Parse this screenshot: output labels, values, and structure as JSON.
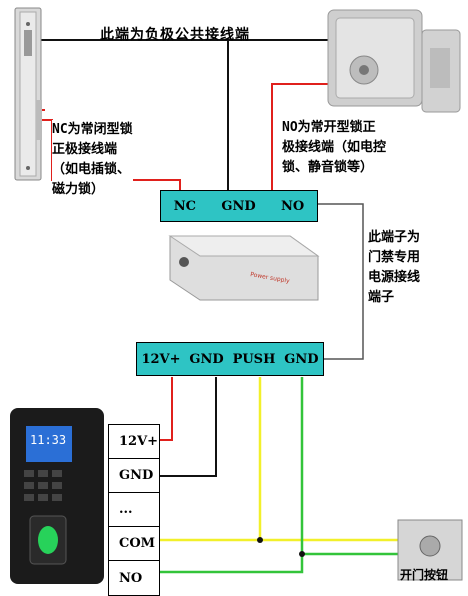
{
  "top_label": "此端为负极公共接线端",
  "nc_note": "NC为常闭型锁\n正极接线端\n（如电插锁、\n磁力锁）",
  "no_note": "NO为常开型锁正\n极接线端（如电控\n锁、静音锁等）",
  "psu_note": "此端子为\n门禁专用\n电源接线\n端子",
  "lock_terminal": [
    "NC",
    "GND",
    "NO"
  ],
  "power_terminal": [
    "12V+",
    "GND",
    "PUSH",
    "GND"
  ],
  "controller_terminal": [
    "12V+",
    "GND",
    "...",
    "COM",
    "NO"
  ],
  "device_screen_time": "11:33",
  "exit_button_label": "开门按钮",
  "psu_case_text": "Power supply",
  "colors": {
    "red": "#e0201c",
    "yellow": "#f2f02a",
    "green": "#33c43a",
    "cyan": "#2ec4c4",
    "black": "#111111"
  }
}
